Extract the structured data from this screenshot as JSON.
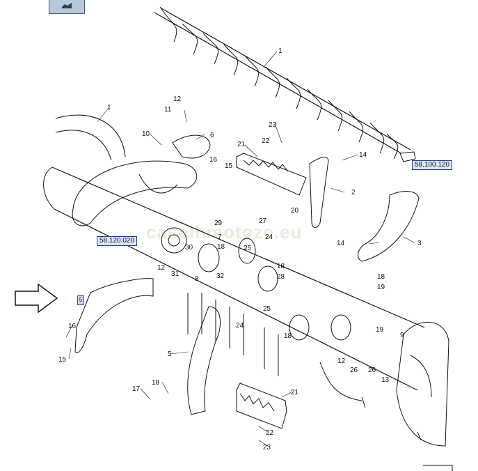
{
  "toolbar": {
    "badge_icon": "view-toggle-icon"
  },
  "references": {
    "ref_1": "58.100.120",
    "ref_2": "58.120.020"
  },
  "watermark": "caseihmotoze.eu",
  "marker": "5",
  "callouts": {
    "c1a": "1",
    "c1b": "1",
    "c2": "2",
    "c3": "3",
    "c5": "5",
    "c6": "6",
    "c7": "7",
    "c8": "8",
    "c9": "9",
    "c10": "10",
    "c11": "11",
    "c12a": "12",
    "c12b": "12",
    "c12c": "12",
    "c13": "13",
    "c14a": "14",
    "c14b": "14",
    "c15a": "15",
    "c15b": "15",
    "c16a": "16",
    "c16b": "16",
    "c17": "17",
    "c18a": "18",
    "c18b": "18",
    "c18c": "18",
    "c18d": "18",
    "c18e": "18",
    "c19a": "19",
    "c19b": "19",
    "c20": "20",
    "c21a": "21",
    "c21b": "21",
    "c22a": "22",
    "c22b": "22",
    "c23a": "23",
    "c23b": "23",
    "c24a": "24",
    "c24b": "24",
    "c25a": "25",
    "c25b": "25",
    "c26a": "26",
    "c26b": "26",
    "c27": "27",
    "c28": "28",
    "c29": "29",
    "c30": "30",
    "c31": "31",
    "c32": "32"
  }
}
